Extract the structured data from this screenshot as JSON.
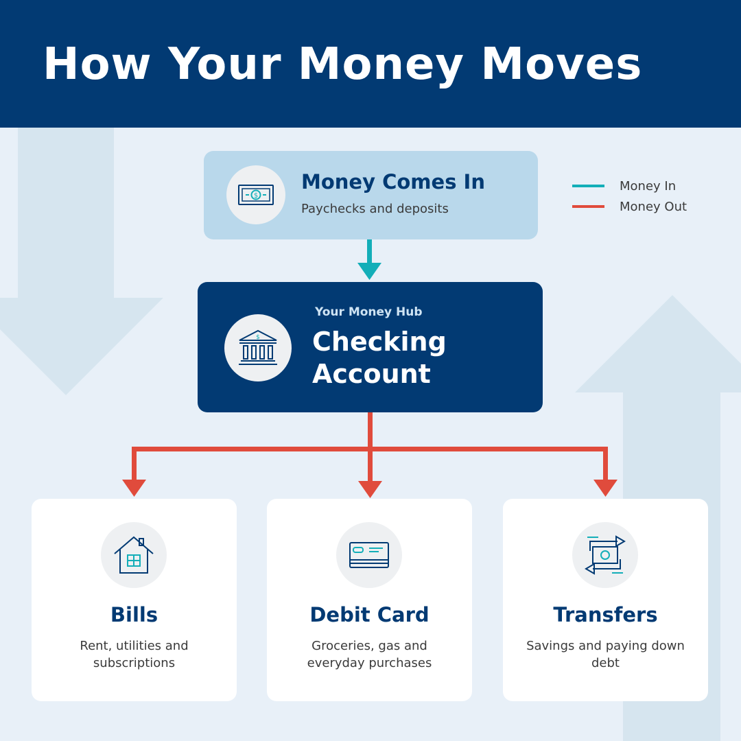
{
  "title": "How Your Money Moves",
  "legend": [
    {
      "label": "Money In",
      "color": "#13aeb8"
    },
    {
      "label": "Money Out",
      "color": "#e04b3c"
    }
  ],
  "money_in": {
    "title": "Money Comes In",
    "subtitle": "Paychecks and deposits",
    "icon": "cash-icon"
  },
  "hub": {
    "kicker": "Your Money Hub",
    "title": "Checking Account",
    "icon": "bank-icon"
  },
  "outflows": [
    {
      "title": "Bills",
      "description": "Rent, utilities and subscriptions",
      "icon": "house-icon"
    },
    {
      "title": "Debit Card",
      "description": "Groceries, gas and everyday purchases",
      "icon": "credit-card-icon"
    },
    {
      "title": "Transfers",
      "description": "Savings and paying down debt",
      "icon": "transfer-icon"
    }
  ],
  "colors": {
    "navy": "#023a73",
    "teal": "#13aeb8",
    "red": "#e04b3c",
    "light_blue": "#b9d8eb",
    "background": "#e8f0f8"
  }
}
